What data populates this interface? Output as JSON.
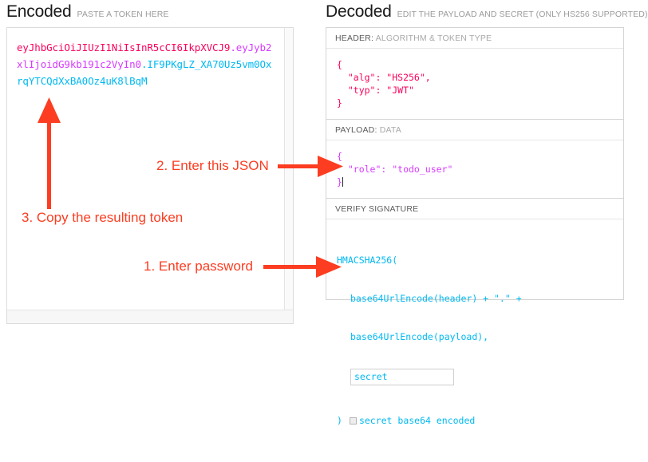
{
  "encoded": {
    "title": "Encoded",
    "subtitle": "PASTE A TOKEN HERE",
    "token": {
      "header": "eyJhbGciOiJIUzI1NiIsInR5cCI6IkpXVCJ9",
      "dot1": ".",
      "payload": "eyJyb2xlIjoidG9kb191c2VyIn0",
      "dot2": ".",
      "signature": "IF9PKgLZ_XA70Uz5vm0OxrqYTCQdXxBA0Oz4uK8lBqM",
      "full": "eyJhbGciOiJIUzI1NiIsInR5cCI6IkpXVCJ9.eyJyb2xlIjoidG9kb191c2VyIn0.IF9PKgLZ_XA70Uz5vm0OxrqYTCQdXxBA0Oz4uK8lBqM"
    }
  },
  "decoded": {
    "title": "Decoded",
    "subtitle": "EDIT THE PAYLOAD AND SECRET (ONLY HS256 SUPPORTED)",
    "sections": {
      "header": {
        "label_strong": "HEADER:",
        "label_light": "ALGORITHM & TOKEN TYPE",
        "body": "{\n  \"alg\": \"HS256\",\n  \"typ\": \"JWT\"\n}"
      },
      "payload": {
        "label_strong": "PAYLOAD:",
        "label_light": "DATA",
        "body": "{\n  \"role\": \"todo_user\"\n}"
      },
      "signature": {
        "label_strong": "VERIFY SIGNATURE",
        "label_light": "",
        "line1": "HMACSHA256(",
        "line2": "base64UrlEncode(header) + \".\" +",
        "line3": "base64UrlEncode(payload),",
        "secret_value": "secret",
        "closing_paren": ")",
        "base64_label": "secret base64 encoded",
        "base64_checked": false
      }
    }
  },
  "annotations": [
    {
      "id": "step-1",
      "text": "1. Enter password"
    },
    {
      "id": "step-2",
      "text": "2. Enter this JSON"
    },
    {
      "id": "step-3",
      "text": "3. Copy the resulting token"
    }
  ],
  "colors": {
    "header_segment": "#fb015b",
    "payload_segment": "#d63aff",
    "signature_segment": "#00b9f1",
    "annotation": "#fc3d21",
    "panel_border": "#d4d4d4"
  }
}
